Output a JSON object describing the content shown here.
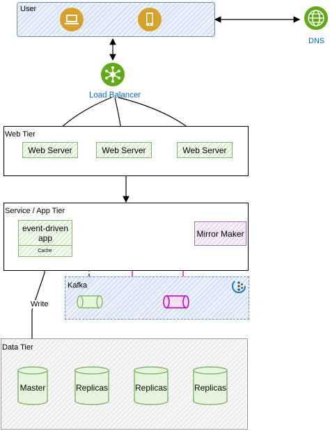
{
  "user": {
    "label": "User",
    "icons": [
      "laptop-icon",
      "mobile-phone-icon"
    ]
  },
  "dns": {
    "label": "DNS",
    "icon": "globe-icon"
  },
  "load_balancer": {
    "label": "Load Balancer",
    "icon": "network-hub-icon"
  },
  "web_tier": {
    "label": "Web Tier",
    "servers": [
      "Web Server",
      "Web Server",
      "Web Server"
    ]
  },
  "app_tier": {
    "label": "Service / App Tier",
    "app_label": "event-driven app",
    "cache_label": "Cache",
    "mirror_label": "Mirror Maker"
  },
  "kafka": {
    "label": "Kafka",
    "icon": "kafka-icon"
  },
  "write_label": "Write",
  "data_tier": {
    "label": "Data Tier",
    "master": "Master",
    "replicas": [
      "Replicas",
      "Replicas",
      "Replicas"
    ]
  },
  "colors": {
    "container_border": "#6c8ebf",
    "container_fill": "#dae8fc",
    "green": "#82b366",
    "green_fill": "#d5e8d4",
    "purple": "#9673a6",
    "magenta": "#cc00cc",
    "lb": "#60a917",
    "dns_blue": "#0066cc",
    "icon_orange": "#d9a12a"
  }
}
